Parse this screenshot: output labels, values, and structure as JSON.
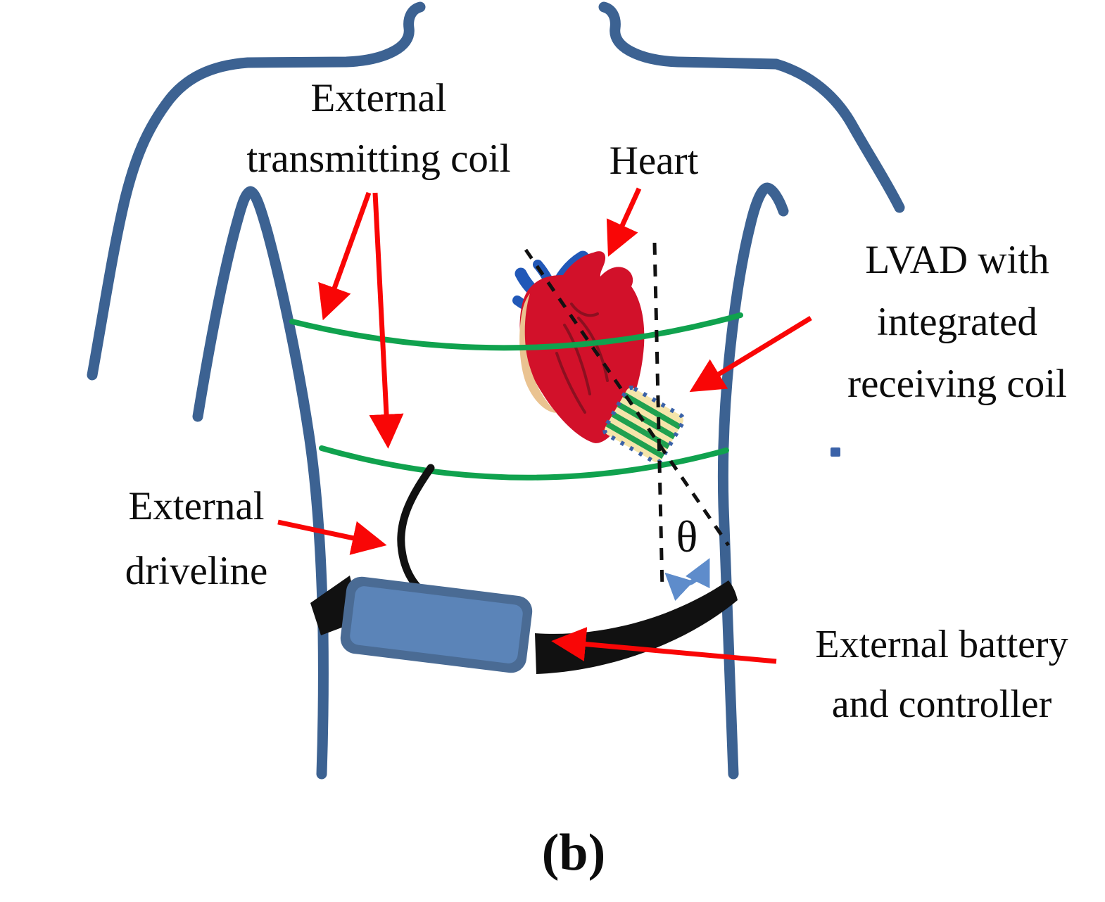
{
  "figure": {
    "type": "medical-diagram",
    "caption": "(b)",
    "labels": {
      "transmitting_coil_line1": "External",
      "transmitting_coil_line2": "transmitting coil",
      "heart": "Heart",
      "lvad_line1": "LVAD with",
      "lvad_line2": "integrated",
      "lvad_line3": "receiving coil",
      "driveline_line1": "External",
      "driveline_line2": "driveline",
      "battery_line1": "External battery",
      "battery_line2": "and controller",
      "angle_symbol": "θ"
    },
    "colors": {
      "background": "#ffffff",
      "torso_blue": "#3c6292",
      "coil_green": "#10a24e",
      "arrow_red": "#f90606",
      "heart_red": "#d2112a",
      "heart_dark_red": "#8c1020",
      "vessel_blue": "#2158b8",
      "heart_beige": "#eac391",
      "patch_cream": "#f5e5aa",
      "patch_green": "#1fa04f",
      "patch_dot_blue": "#3a62a8",
      "battery_fill": "#5b84b8",
      "battery_border": "#4a6b94",
      "angle_arrow_blue": "#5e8ccb",
      "dash_black": "#111111"
    }
  }
}
